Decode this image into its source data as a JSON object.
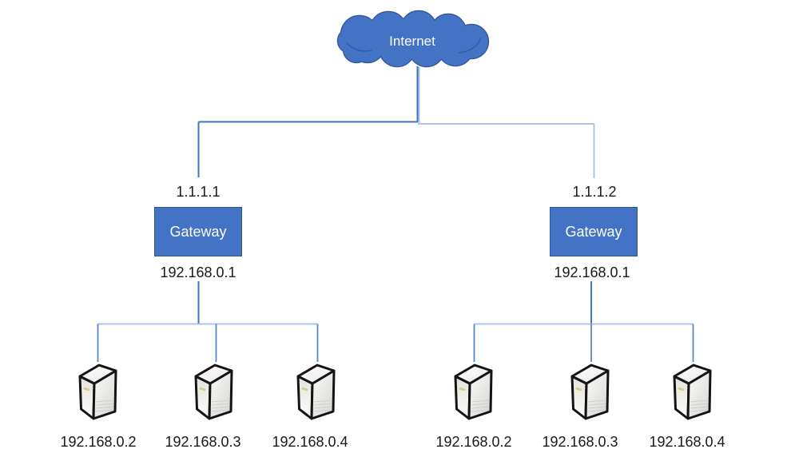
{
  "internet": {
    "label": "Internet",
    "icon": "cloud-icon"
  },
  "sites": {
    "left": {
      "wan_ip": "1.1.1.1",
      "gateway_label": "Gateway",
      "lan_ip": "192.168.0.1",
      "server_icon": "server-tower-icon",
      "server_ips": [
        "192.168.0.2",
        "192.168.0.3",
        "192.168.0.4"
      ]
    },
    "right": {
      "wan_ip": "1.1.1.2",
      "gateway_label": "Gateway",
      "lan_ip": "192.168.0.1",
      "server_icon": "server-tower-icon",
      "server_ips": [
        "192.168.0.2",
        "192.168.0.3",
        "192.168.0.4"
      ]
    }
  },
  "colors": {
    "canvas-bg": "#FFFFFF",
    "node-fill": "#4472C4",
    "node-border": "#2F5597",
    "connector-dark": "#4472C4",
    "connector-mid": "#5B84CD",
    "connector-light": "#A6BCE2",
    "label-text": "#1A1A1A"
  }
}
